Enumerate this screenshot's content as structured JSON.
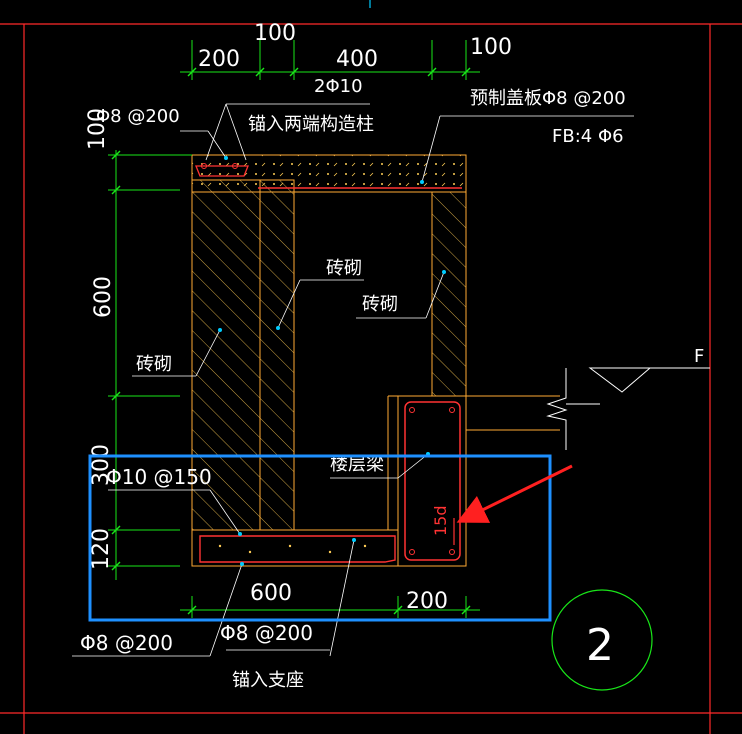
{
  "colors": {
    "background": "#000000",
    "frame": "#ff2a2a",
    "dimension": "#19e619",
    "outline": "#ffaa33",
    "hatch": "#ffcc55",
    "rebar": "#ff3333",
    "text": "#ffffff",
    "highlight_box": "#1e90ff",
    "arrow": "#ff2020",
    "leader": "#00ccff"
  },
  "dimensions": {
    "top_100_left": "100",
    "top_200": "200",
    "top_400": "400",
    "top_100_right": "100",
    "left_100": "100",
    "left_600": "600",
    "left_300": "300",
    "left_120": "120",
    "bottom_600": "600",
    "bottom_200": "200"
  },
  "labels": {
    "rebar_top_2phi10": "2Φ10",
    "rebar_phi8_200_top": "Φ8 @200",
    "anchor_both_ends": "锚入两端构造柱",
    "precast_cover": "预制盖板Φ8 @200",
    "fb_label": "FB:4 Φ6",
    "brick_1": "砖砌",
    "brick_2": "砖砌",
    "brick_3": "砖砌",
    "floor_beam": "楼层梁",
    "rebar_phi10_150": "Φ10 @150",
    "rebar_15d": "15d",
    "rebar_phi8_200_left": "Φ8 @200",
    "rebar_phi8_200_right": "Φ8 @200",
    "anchor_support": "锚入支座",
    "axis_f": "F",
    "detail_number": "2"
  }
}
